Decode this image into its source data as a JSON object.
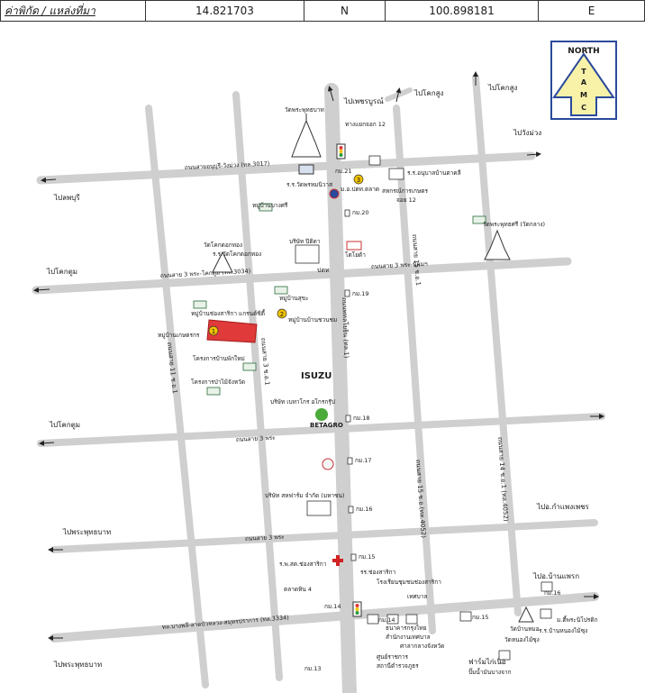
{
  "header": {
    "title": "ค่าพิกัด / แหล่งที่มา",
    "lat": "14.821703",
    "lat_dir": "N",
    "lon": "100.898181",
    "lon_dir": "E"
  },
  "north": {
    "word": "NORTH",
    "letters": [
      "T",
      "A",
      "M",
      "C"
    ]
  },
  "roads": {
    "r3017": "ถนนสายอนุบุรี-วังม่วง (ทล.3017)",
    "r3034": "ถนนสาย 3 พระ-โคกตูม (ทล.3034)",
    "r3034b": "ถนนสาย 3 พระ",
    "r3334": "ทล.บางพลี-ลาดบัวหลวง-สมุทรปราการ (ทล.3334)",
    "r1": "ถนนพหลโยธิน (ทล.1)",
    "r_kongkin": "ถนนสาย 3 พระ-นิคมฯ",
    "rv1": "ถนนสาย 11 ช.อ.1",
    "rv2": "ถนนสาย 3 ช.อ.1",
    "rv3": "ถนนสาย 15 ช.อ.1",
    "rv4": "ถนนสาย 14 ช.อ.1 (ทล.4052)",
    "rv5": "ถนนสาย 15 ช.อ.(ทล.4052)",
    "r_south": "ถนนสาย 3 พระ"
  },
  "destinations": {
    "phetchabun": "ไปเพชรบูรณ์",
    "khoksung": "ไปโคกสูง",
    "khoksung2": "ไปโคกสูง",
    "wangmuang": "ไปวังม่วง",
    "lopburi": "ไปลพบุรี",
    "khoktum1": "ไปโคกตูม",
    "khoktum2": "ไปโคกตูม",
    "phraputthabat": "ไปพระพุทธบาท",
    "phraputthabat2": "ไปพระพุทธบาท",
    "sichon": "ไปอ.กำแพงเพชร",
    "sao_hai": "ไปอ.บ้านแพรก",
    "nongdon": "ฟาร์มไก่เนื้อ"
  },
  "landmarks": {
    "wat_top": "วัดพระพุทธบาท",
    "school": "ร.ร.วัดพรหมนิวาส",
    "kiosk": "ทางแยกจอก 12",
    "km21": "กม.21",
    "ptt": "ม.อ.ปตท.ตลาด",
    "shop": "ร.ร.อนุบาลบ้านตาคลี",
    "coop": "สหกรณ์การเกษตร",
    "coop2": "จอย 12",
    "km20": "กม.20",
    "village_top": "หมู่บ้านบางศรี",
    "bupa": "บริษัท ปิติดา",
    "wat_kaeo": "วัดโคกดอกทอง",
    "school2": "ร.ร.วัดโคกดอกทอง",
    "toyota": "โตโยต้า",
    "wat_right": "วัดพระพุทธศรี (วัดกลาง)",
    "village_left": "หมู่บ้านช่องสาริกา แกรนด์ซิตี้",
    "village_mid": "หมู่บ้านสุขะ",
    "village2": "หมู่บ้านบ้านชวนชม",
    "site": "หมู่บ้านเกษตรกร",
    "km19": "กม.19",
    "ptt_sign": "ปตท",
    "house1": "โครงการบ้านพักใหม่",
    "house2": "โครงการป่าไม้จังหวัด",
    "isuzu": "ISUZU",
    "betagro": "BETAGRO",
    "betagro_co": "บริษัท เบทาโกร อโกรกรุ๊ป",
    "km18": "กม.18",
    "km17": "กม.17",
    "factory2": "บริษัท สหฟาร์ม จำกัด (มหาชน)",
    "km16": "กม.16",
    "km15": "กม.15",
    "hospital": "ร.พ.สต.ช่องสาริกา",
    "school3": "รร.ช่องสาริกา",
    "school4": "โรงเรียนชุมชนช่องสาริกา",
    "police": "สถานีตำรวจภูธร",
    "market": "ตลาดหิน 4",
    "km14": "กม.14",
    "km14b": "กม.14",
    "bank": "เทศบาล",
    "bank2": "ธนาคารกรุงไทย",
    "gov": "สำนักงานเทศบาล",
    "post": "ศาลากลางจังหวัด",
    "pcenter": "ศูนย์ราชการ",
    "km13": "กม.13",
    "km15b": "กม.15",
    "km16b": "กม.16",
    "wat_far": "วัดบ้านหมอ",
    "school_far": "ม.ตี้พระนิโปรดิก",
    "school_far2": "ร.ร.บ้านหนองไม้ซุง",
    "school_far3": "วัดหนองไม้ซุง",
    "bottom_gas": "ปั๊มน้ำมันบางจาก"
  },
  "markers": [
    "1",
    "2",
    "3"
  ],
  "colors": {
    "site": "#e03a3a",
    "road": "#cfcfcf",
    "north_fill": "#f7f2a8",
    "north_border": "#2a4a9a"
  }
}
